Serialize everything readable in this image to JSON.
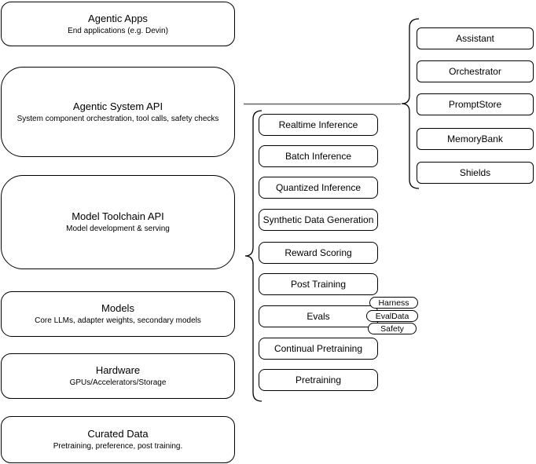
{
  "diagram": {
    "left_stack": [
      {
        "title": "Agentic Apps",
        "subtitle": "End applications (e.g. Devin)"
      },
      {
        "title": "Agentic System API",
        "subtitle": "System component orchestration, tool calls, safety checks"
      },
      {
        "title": "Model Toolchain API",
        "subtitle": "Model development & serving"
      },
      {
        "title": "Models",
        "subtitle": "Core LLMs, adapter weights, secondary models"
      },
      {
        "title": "Hardware",
        "subtitle": "GPUs/Accelerators/Storage"
      },
      {
        "title": "Curated Data",
        "subtitle": "Pretraining, preference, post training."
      }
    ],
    "toolchain_items": [
      "Realtime Inference",
      "Batch Inference",
      "Quantized Inference",
      "Synthetic Data Generation",
      "Reward Scoring",
      "Post Training",
      "Evals",
      "Continual Pretraining",
      "Pretraining"
    ],
    "eval_tags": [
      "Harness",
      "EvalData",
      "Safety"
    ],
    "system_components": [
      "Assistant",
      "Orchestrator",
      "PromptStore",
      "MemoryBank",
      "Shields"
    ],
    "colors": {
      "box_stroke": "#000000",
      "box_fill": "#ffffff",
      "connector": "#666666",
      "background": "#ffffff",
      "text": "#000000"
    }
  }
}
